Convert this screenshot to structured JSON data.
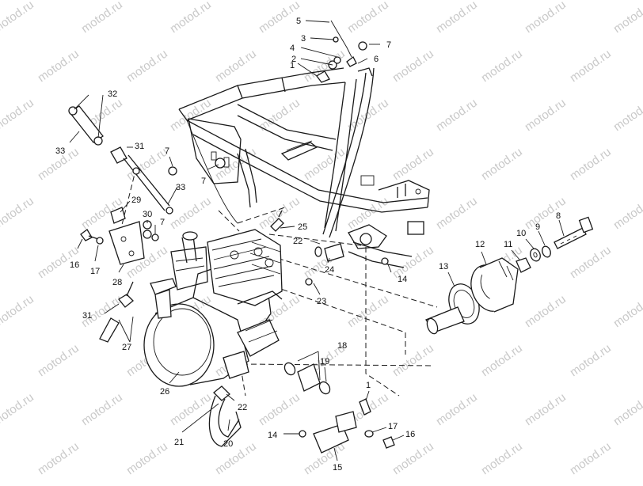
{
  "watermark_text": "motod.ru",
  "callout_labels": {
    "c1a": "1",
    "c1b": "1",
    "c2": "2",
    "c3": "3",
    "c4": "4",
    "c5": "5",
    "c6": "6",
    "c7a": "7",
    "c7b": "7",
    "c7c": "7",
    "c7d": "7",
    "c8": "8",
    "c9": "9",
    "c10": "10",
    "c11": "11",
    "c12": "12",
    "c13": "13",
    "c14a": "14",
    "c14b": "14",
    "c15": "15",
    "c16a": "16",
    "c16b": "16",
    "c17a": "17",
    "c17b": "17",
    "c18": "18",
    "c19": "19",
    "c20": "20",
    "c21": "21",
    "c22a": "22",
    "c22b": "22",
    "c23": "23",
    "c24": "24",
    "c25": "25",
    "c26": "26",
    "c27": "27",
    "c28": "28",
    "c29": "29",
    "c30": "30",
    "c31a": "31",
    "c31b": "31",
    "c32": "32",
    "c33a": "33",
    "c33b": "33"
  }
}
